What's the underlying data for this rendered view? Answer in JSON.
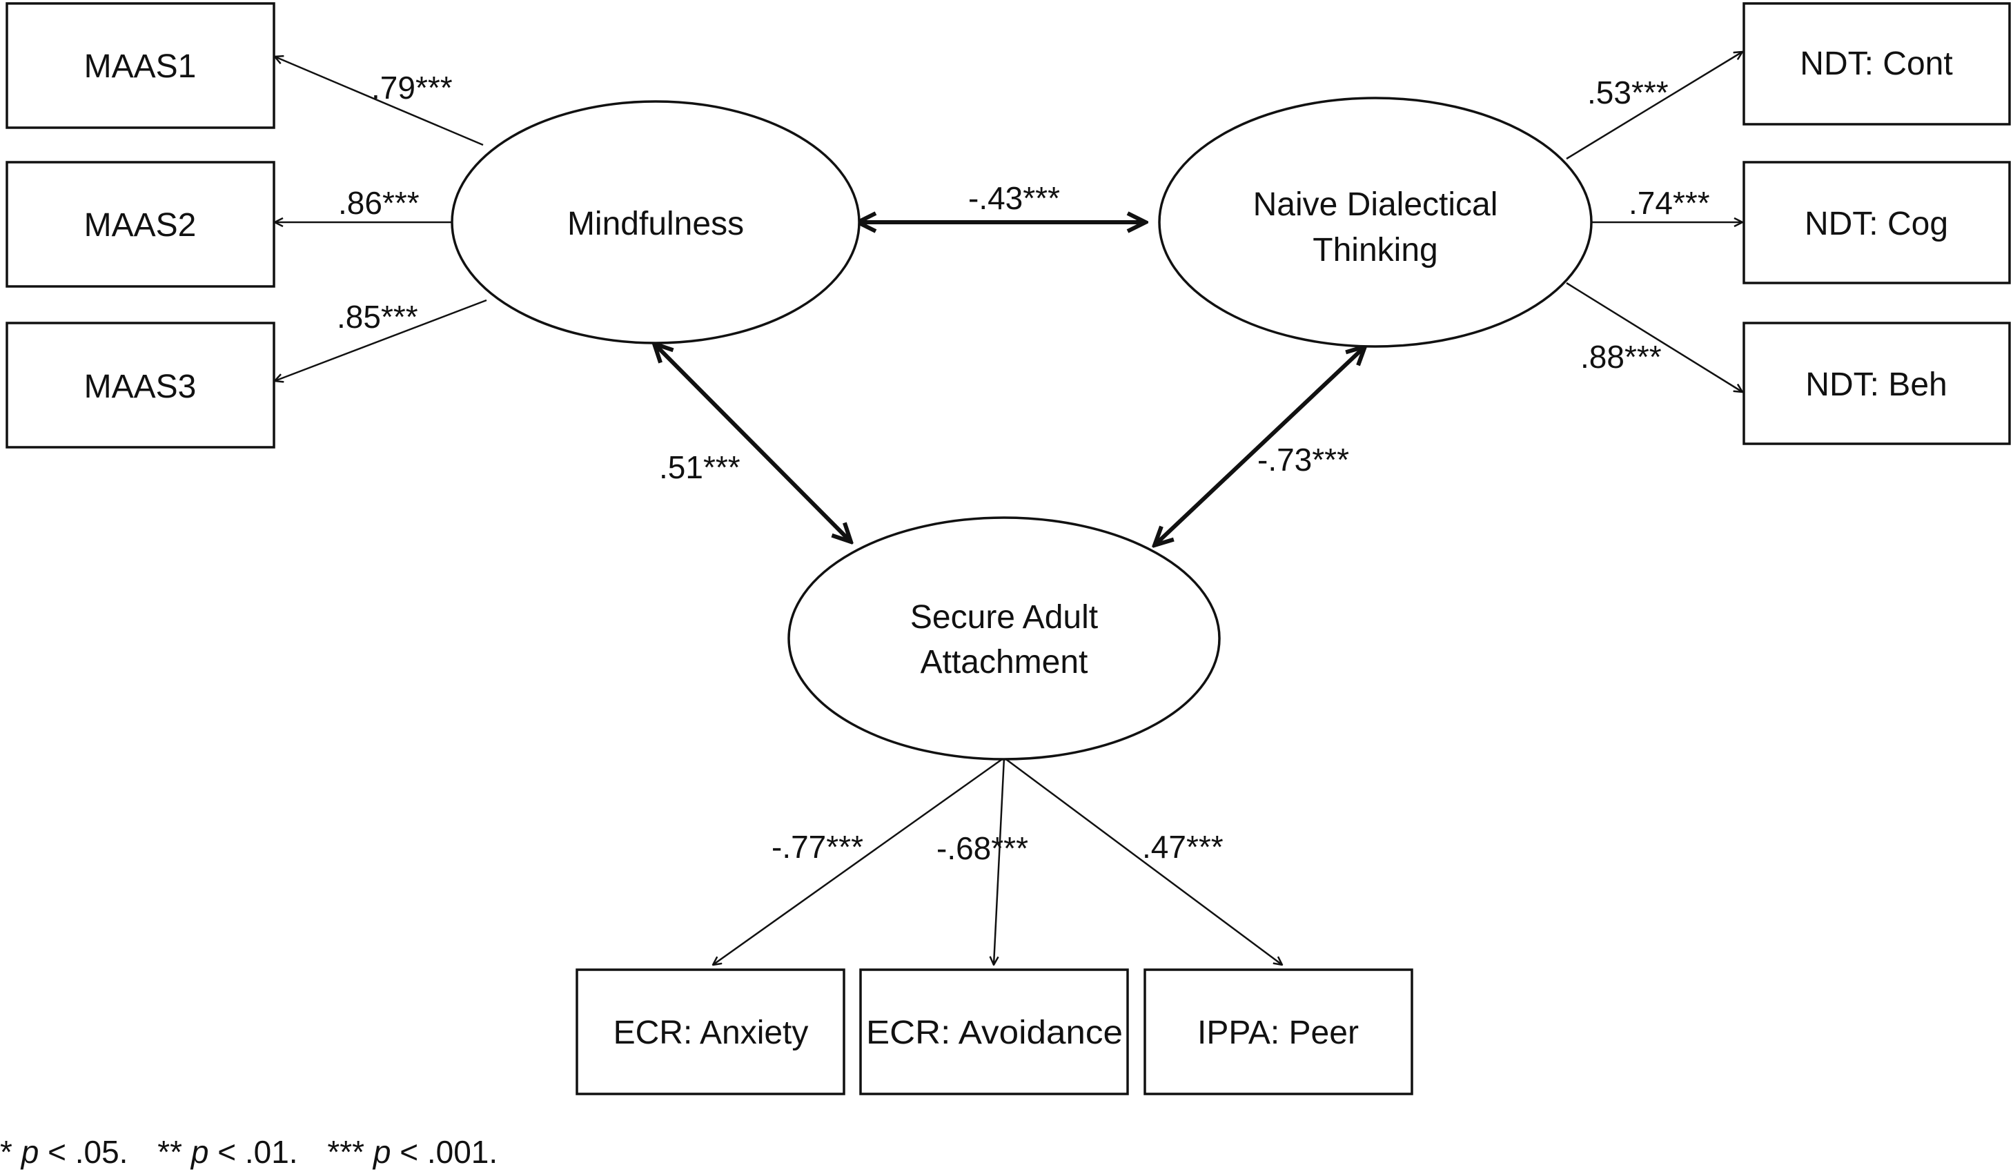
{
  "latents": {
    "mindfulness": {
      "label": "Mindfulness"
    },
    "ndt": {
      "line1": "Naive Dialectical",
      "line2": "Thinking"
    },
    "attachment": {
      "line1": "Secure Adult",
      "line2": "Attachment"
    }
  },
  "indicators": {
    "maas1": "MAAS1",
    "maas2": "MAAS2",
    "maas3": "MAAS3",
    "ndt_cont": "NDT: Cont",
    "ndt_cog": "NDT: Cog",
    "ndt_beh": "NDT: Beh",
    "ecr_anxiety": "ECR: Anxiety",
    "ecr_avoidance": "ECR: Avoidance",
    "ippa_peer": "IPPA: Peer"
  },
  "loadings": {
    "maas1": ".79***",
    "maas2": ".86***",
    "maas3": ".85***",
    "ndt_cont": ".53***",
    "ndt_cog": ".74***",
    "ndt_beh": ".88***",
    "ecr_anxiety": "-.77***",
    "ecr_avoidance": "-.68***",
    "ippa_peer": ".47***"
  },
  "correlations": {
    "mindfulness_ndt": "-.43***",
    "mindfulness_attachment": ".51***",
    "ndt_attachment": "-.73***"
  },
  "note": {
    "p05_stars": "*",
    "p05_p": "p",
    "p05_rest": " < .05.",
    "p01_stars": "**",
    "p01_p": "p",
    "p01_rest": " < .01.",
    "p001_stars": "***",
    "p001_p": "p",
    "p001_rest": " < .001."
  },
  "colors": {
    "ink": "#111111",
    "background": "#ffffff"
  }
}
